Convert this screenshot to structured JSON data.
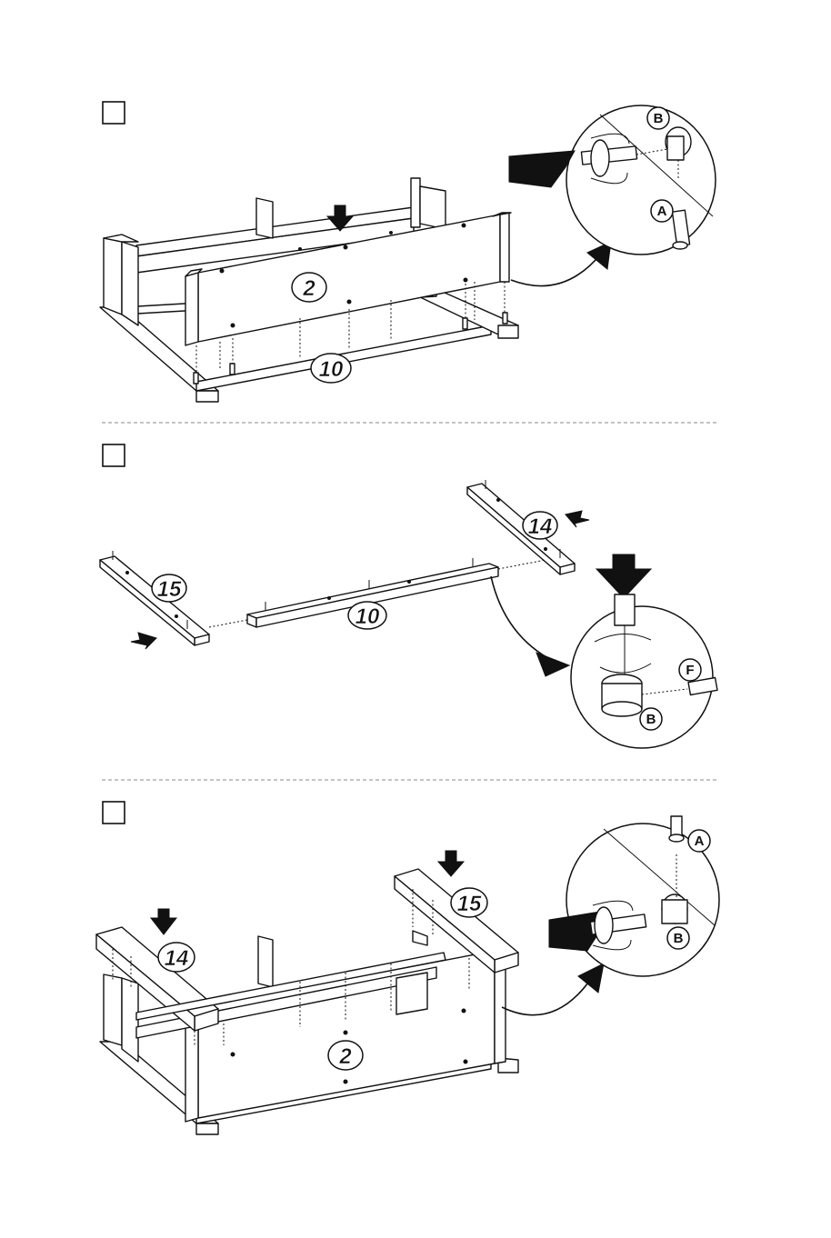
{
  "steps": [
    {
      "id": 1,
      "parts": [
        {
          "num": "2"
        },
        {
          "num": "10"
        }
      ],
      "fasteners": [
        {
          "letter": "B"
        },
        {
          "letter": "A"
        }
      ]
    },
    {
      "id": 2,
      "parts": [
        {
          "num": "14"
        },
        {
          "num": "15"
        },
        {
          "num": "10"
        }
      ],
      "fasteners": [
        {
          "letter": "F"
        },
        {
          "letter": "B"
        }
      ]
    },
    {
      "id": 3,
      "parts": [
        {
          "num": "15"
        },
        {
          "num": "14"
        },
        {
          "num": "2"
        }
      ],
      "fasteners": [
        {
          "letter": "A"
        },
        {
          "letter": "B"
        }
      ]
    }
  ],
  "colors": {
    "ink": "#111111",
    "paper": "#ffffff",
    "separator": "#888888"
  }
}
